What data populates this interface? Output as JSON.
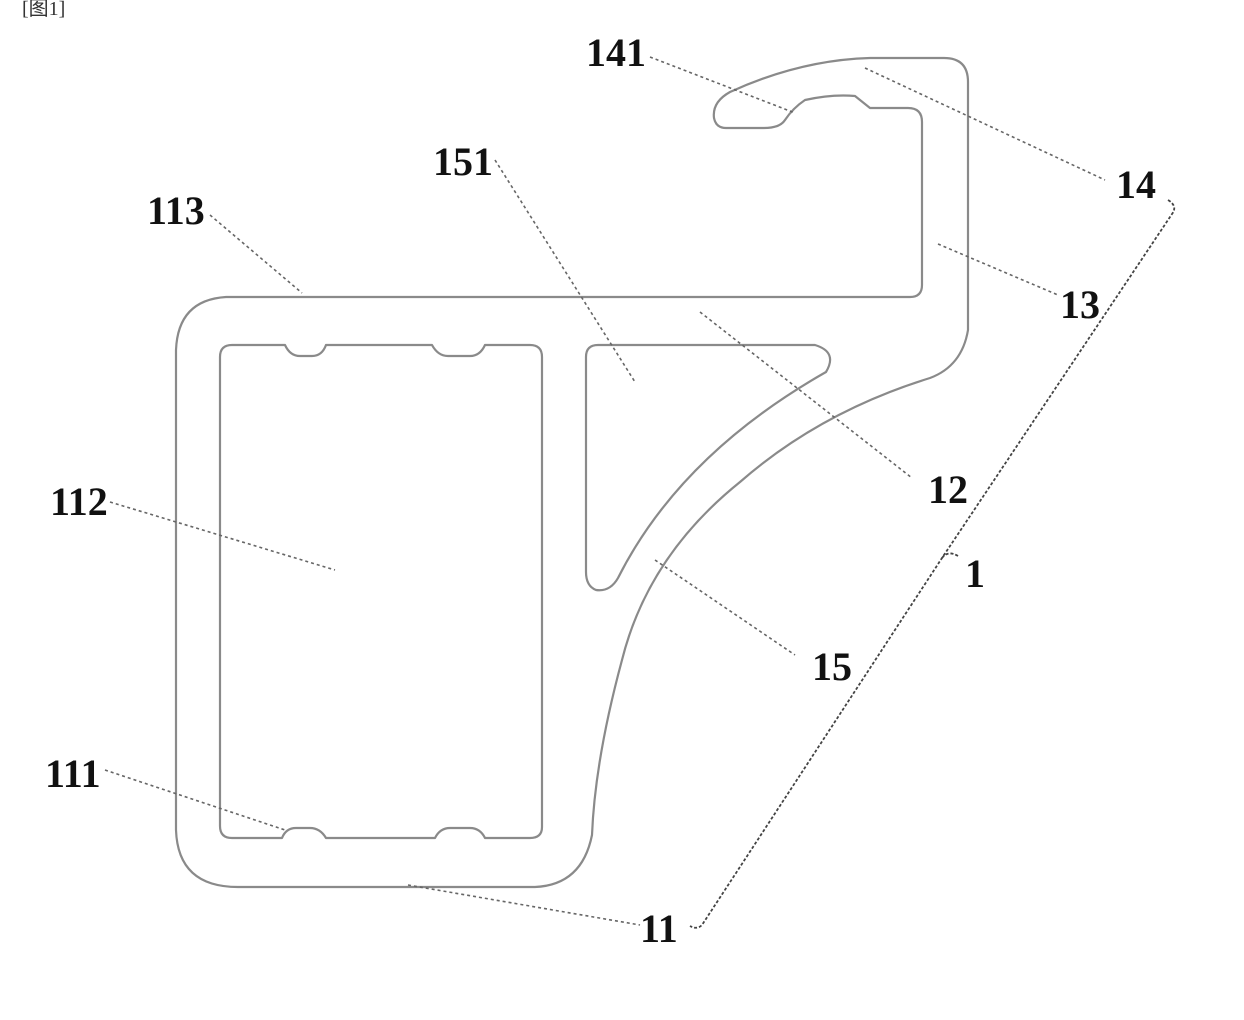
{
  "figure_label": "[图1]",
  "reference_numerals": {
    "n141": "141",
    "n151": "151",
    "n14": "14",
    "n113": "113",
    "n13": "13",
    "n12": "12",
    "n112": "112",
    "n1": "1",
    "n15": "15",
    "n111": "111",
    "n11": "11"
  }
}
